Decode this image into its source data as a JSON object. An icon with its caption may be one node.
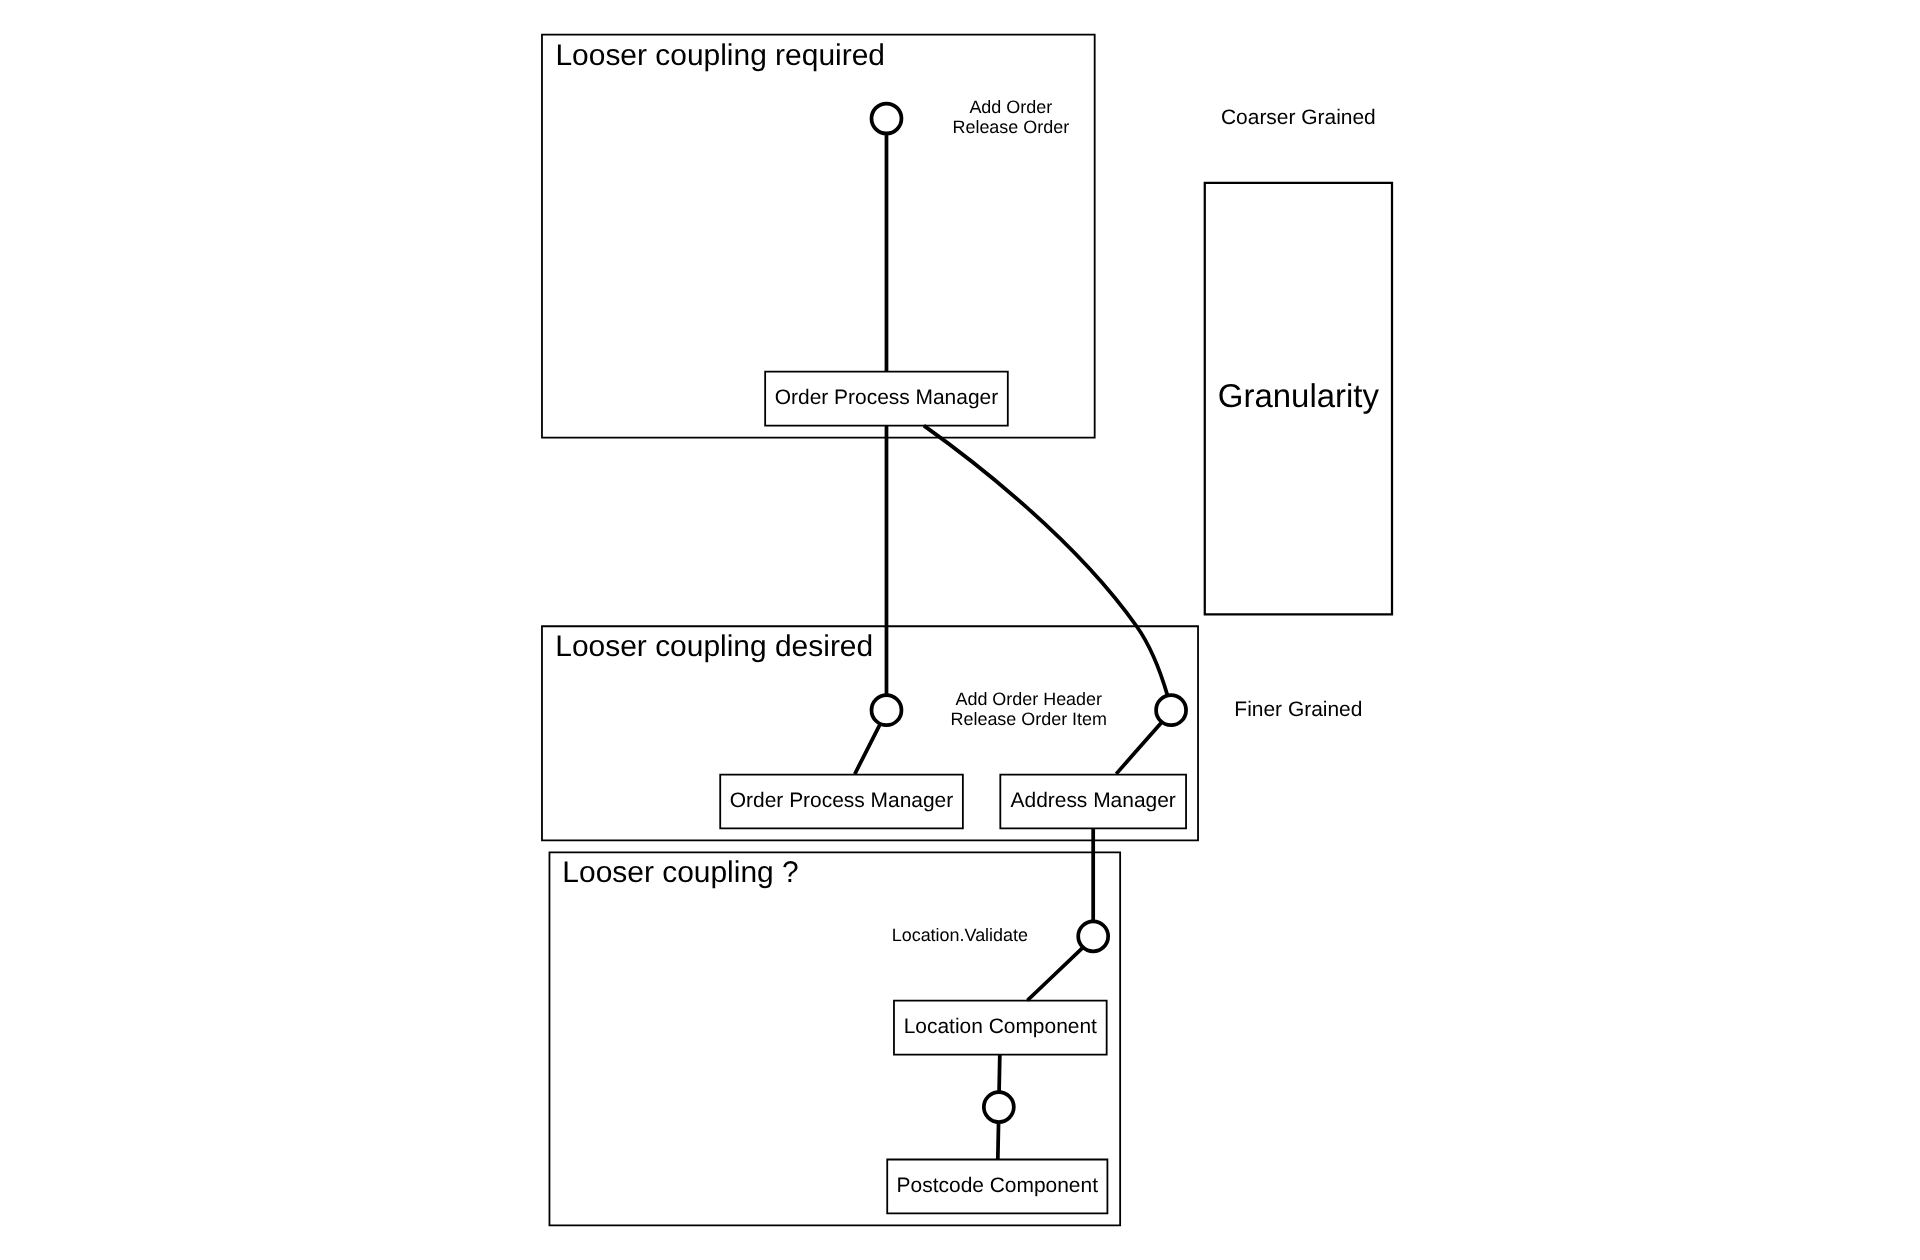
{
  "diagram": {
    "nodes": [
      {
        "text": [
          "Looser coupling required"
        ]
      },
      {
        "text": [],
        "shape": "circle",
        "in": 0,
        "beside": [
          "Add Order",
          "Release Order"
        ]
      },
      {
        "text": [
          "Order Process Manager"
        ],
        "in": 0
      },
      {
        "text": [
          "Looser coupling desired"
        ]
      },
      {
        "text": [],
        "shape": "circle",
        "in": 3,
        "beside": [
          "Add Order Header",
          "Release Order Item"
        ]
      },
      {
        "text": [
          "Order Process Manager"
        ],
        "in": 3
      },
      {
        "text": [],
        "shape": "circle",
        "in": 3
      },
      {
        "text": [
          "Address Manager"
        ],
        "in": 3
      },
      {
        "text": [
          "Looser coupling ?"
        ]
      },
      {
        "text": [],
        "shape": "circle",
        "in": 8,
        "beside": [
          "Location.Validate"
        ]
      },
      {
        "text": [
          "Location Component"
        ],
        "in": 8
      },
      {
        "text": [],
        "shape": "circle",
        "in": 8
      },
      {
        "text": [
          "Postcode Component"
        ],
        "in": 8
      },
      {
        "text": [
          "Granularity"
        ]
      }
    ],
    "edges": [
      {
        "from": 1,
        "to": 2,
        "arrow": "none"
      },
      {
        "from": 2,
        "to": 4,
        "arrow": "none"
      },
      {
        "from": 2,
        "to": 6,
        "arrow": "none"
      },
      {
        "from": 4,
        "to": 5,
        "arrow": "none"
      },
      {
        "from": 6,
        "to": 7,
        "arrow": "none"
      },
      {
        "from": 7,
        "to": 9,
        "arrow": "none"
      },
      {
        "from": 9,
        "to": 10,
        "arrow": "none"
      },
      {
        "from": 10,
        "to": 11,
        "arrow": "none"
      },
      {
        "from": 11,
        "to": 12,
        "arrow": "none"
      }
    ],
    "labels": [
      "Coarser Grained",
      "Finer Grained"
    ]
  }
}
